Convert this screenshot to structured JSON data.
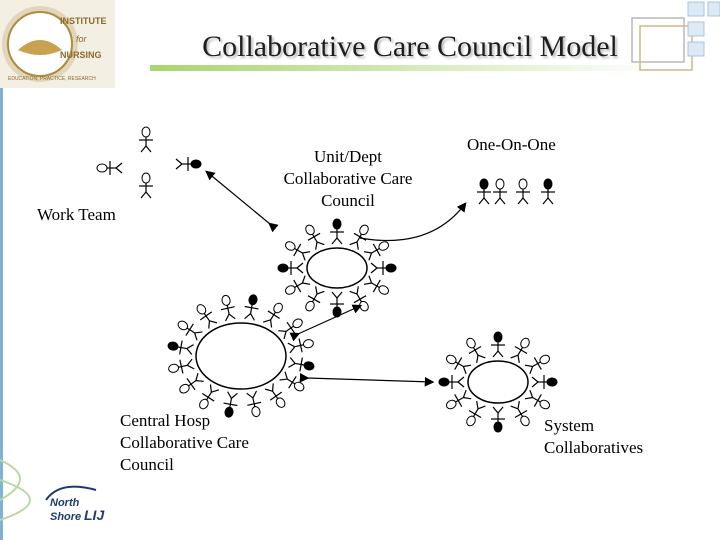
{
  "title": "Collaborative Care Council Model",
  "labels": {
    "work_team": "Work Team",
    "unit": [
      "Unit/Dept",
      "Collaborative Care",
      "Council"
    ],
    "one_on_one": "One-On-One",
    "central": [
      "Central Hosp",
      "Collaborative Care",
      "Council"
    ],
    "system": [
      "System",
      "Collaboratives"
    ]
  },
  "logos": {
    "institute": [
      "INSTITUTE",
      "for",
      "NURSING",
      "EDUCATION, PRACTICE, RESEARCH"
    ],
    "north_shore": [
      "North",
      "Shore",
      "LIJ"
    ]
  },
  "colors": {
    "accent_green": "#8cc63f",
    "navy": "#1f3a6e",
    "logo_gold": "#b08a3e",
    "title_shadow": "#b9b9b9"
  }
}
